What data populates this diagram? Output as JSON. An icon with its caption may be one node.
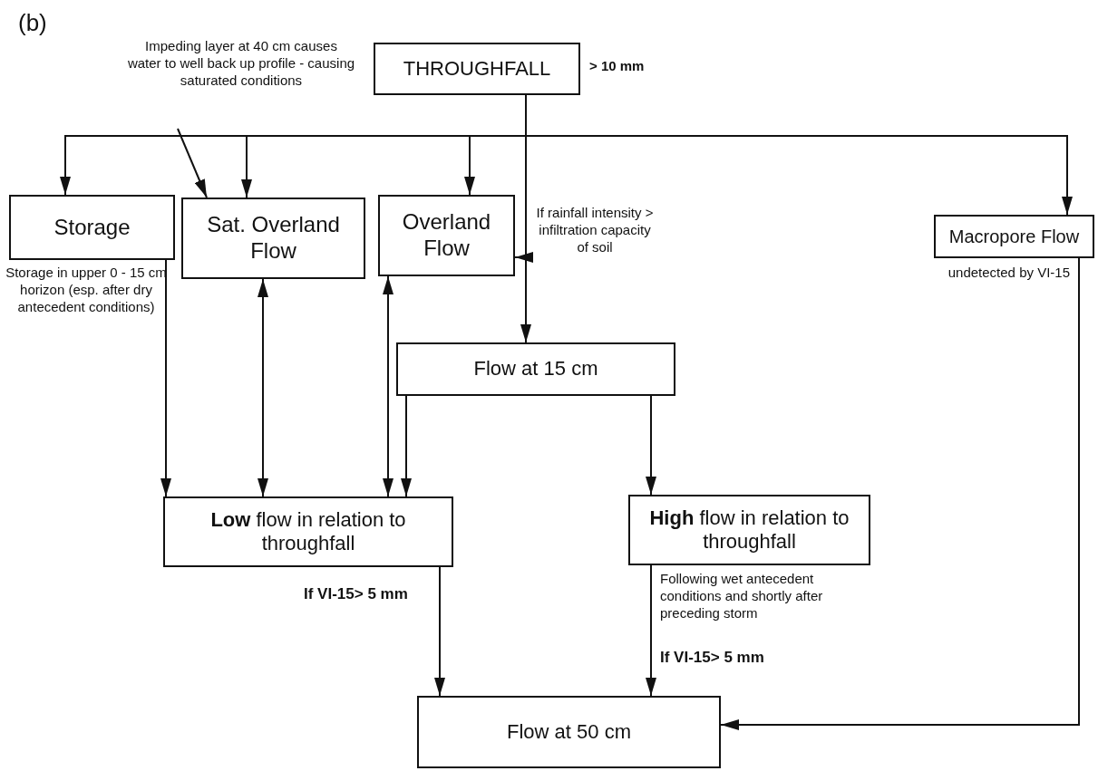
{
  "diagram": {
    "nodes": [
      {
        "text": [
          "THROUGHFALL"
        ],
        "beside": [
          "> 10 mm"
        ]
      },
      {
        "text": [
          "Storage"
        ],
        "beside": [
          "Storage in upper 0 - 15 cm horizon (esp. after dry antecedent conditions)"
        ]
      },
      {
        "text": [
          "Sat. Overland Flow"
        ]
      },
      {
        "text": [
          "Overland Flow"
        ]
      },
      {
        "text": [
          "Macropore Flow"
        ],
        "beside": [
          "undetected by VI-15"
        ]
      },
      {
        "text": [
          "Flow at 15 cm"
        ]
      },
      {
        "text": [
          "**Low** flow in relation to throughfall"
        ]
      },
      {
        "text": [
          "**High** flow in relation to throughfall"
        ],
        "beside": [
          "Following wet antecedent conditions and shortly after preceding storm"
        ]
      },
      {
        "text": [
          "Flow at 50 cm"
        ]
      },
      {
        "text": [
          "Impeding layer at 40 cm causes water to well back up profile - causing saturated conditions"
        ]
      },
      {
        "text": [
          "If rainfall intensity > infiltration capacity of soil"
        ]
      }
    ],
    "edges": [
      {
        "from": 0,
        "to": 1,
        "arrow": "to"
      },
      {
        "from": 0,
        "to": 2,
        "arrow": "to"
      },
      {
        "from": 0,
        "to": 3,
        "arrow": "to"
      },
      {
        "from": 0,
        "to": 4,
        "arrow": "to"
      },
      {
        "from": 0,
        "to": 5,
        "arrow": "to"
      },
      {
        "from": 9,
        "to": 2,
        "arrow": "to"
      },
      {
        "from": 10,
        "to": 3,
        "arrow": "to"
      },
      {
        "from": 1,
        "to": 6,
        "arrow": "to"
      },
      {
        "from": 2,
        "to": 6,
        "arrow": "both"
      },
      {
        "from": 3,
        "to": 6,
        "arrow": "both"
      },
      {
        "from": 5,
        "to": 6,
        "arrow": "to"
      },
      {
        "from": 5,
        "to": 7,
        "arrow": "to"
      },
      {
        "from": 6,
        "to": 8,
        "arrow": "to",
        "label": "If VI-15> 5 mm"
      },
      {
        "from": 7,
        "to": 8,
        "arrow": "to",
        "label": "If VI-15> 5 mm"
      },
      {
        "from": 4,
        "to": 8,
        "arrow": "to"
      }
    ],
    "labels": [
      "(b)"
    ]
  }
}
